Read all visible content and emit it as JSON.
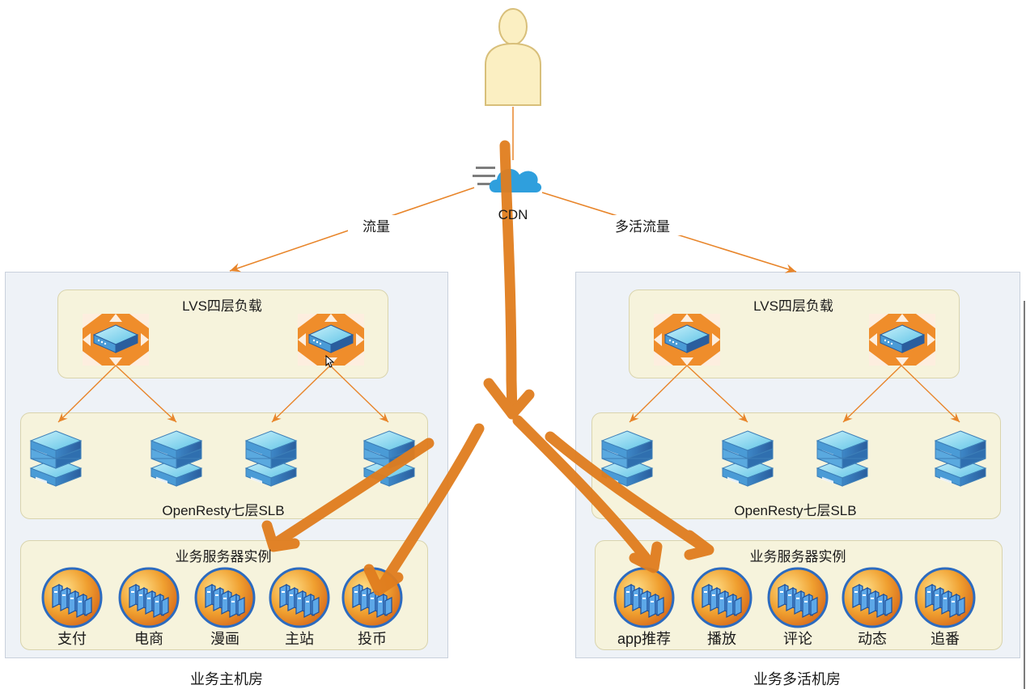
{
  "user": {
    "icon": "user-icon"
  },
  "cdn": {
    "label": "CDN",
    "icon": "cloud-icon"
  },
  "flows": {
    "left": "流量",
    "right": "多活流量"
  },
  "datacenters": [
    {
      "name": "业务主机房",
      "lvs_label": "LVS四层负载",
      "slb_label": "OpenResty七层SLB",
      "service_group_label": "业务服务器实例",
      "services": [
        "支付",
        "电商",
        "漫画",
        "主站",
        "投币"
      ]
    },
    {
      "name": "业务多活机房",
      "lvs_label": "LVS四层负载",
      "slb_label": "OpenResty七层SLB",
      "service_group_label": "业务服务器实例",
      "services": [
        "app推荐",
        "播放",
        "评论",
        "动态",
        "追番"
      ]
    }
  ],
  "colors": {
    "arrow": "#e8852a",
    "datacenter_bg": "#eef2f7",
    "group_bg": "#f6f3dc",
    "user_fill": "#fbefc2",
    "cdn_blue": "#2f9fdd"
  }
}
